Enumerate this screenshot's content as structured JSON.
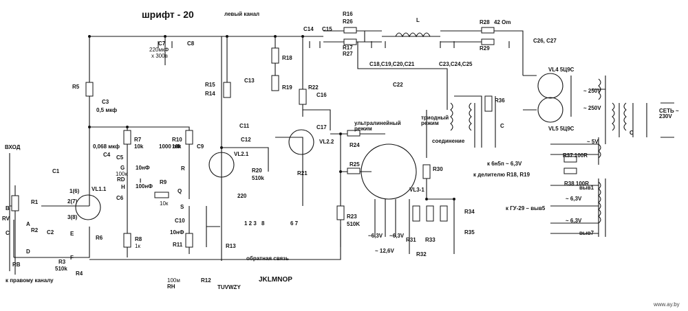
{
  "title": "шрифт - 20",
  "channel": "левый канал",
  "input": "ВХОД",
  "to_right_channel": "к правому каналу",
  "feedback": "обратная связь",
  "ultralinear": "ультралинейный режим",
  "triode": "триодный режим",
  "connection": "соединение",
  "to_heater": "к 6н5п ~ 6,3V",
  "to_divider": "к делителю R18, R19",
  "to_gu29": "к ГУ-29 – выв5",
  "mains": "СЕТЬ ~ 230V",
  "watermark": "www.ay.by",
  "parts": {
    "R1": "R1",
    "R2": "R2",
    "R3": "R3",
    "R3v": "510k",
    "R4": "R4",
    "R5": "R5",
    "R6": "R6",
    "R7": "R7",
    "R7v": "10k",
    "R8": "R8",
    "R8v": "1к",
    "R9": "R9",
    "R9v": "10к",
    "R10": "R10",
    "R10v": "10k",
    "R11": "R11",
    "R12": "R12",
    "R13": "R13",
    "R14": "R14",
    "R15": "R15",
    "R16": "R16",
    "R17": "R17",
    "R18": "R18",
    "R19": "R19",
    "R20": "R20",
    "R20v": "510k",
    "R21": "R21",
    "R22": "R22",
    "R23": "R23",
    "R23v": "510K",
    "R24": "R24",
    "R25": "R25",
    "R26": "R26",
    "R27": "R27",
    "R28": "R28",
    "R28v": "42 Om",
    "R29": "R29",
    "R30": "R30",
    "R31": "R31",
    "R32": "R32",
    "R33": "R33",
    "R34": "R34",
    "R35": "R35",
    "R36": "R36",
    "R37": "R37 100R",
    "R38": "R38 100R",
    "RB": "RB",
    "RH": "RH",
    "RH100": "100м",
    "RV": "RV",
    "RD": "RD",
    "RD100": "100к",
    "C1": "C1",
    "C2": "C2",
    "C3": "C3",
    "C3v": "0,5 мкф",
    "C4": "C4",
    "C4v": "0,068 мкф",
    "C5": "C5",
    "C5v": "10нФ",
    "C6": "C6",
    "C6v": "100нФ",
    "C7": "C7",
    "C7v1": "220мкФ",
    "C7v2": "х 300в",
    "C8": "C8",
    "C9": "C9",
    "C9v": "1000 пФ",
    "C10": "C10",
    "C10v": "10нФ",
    "C11": "C11",
    "C12": "C12",
    "C13": "C13",
    "C14": "C14",
    "C15": "C15",
    "C16": "C16",
    "C17": "C17",
    "C22": "C22",
    "C26": "C26, C27",
    "C18": "C18,C19,C20,C21",
    "C23": "C23,C24,C25",
    "C": "C",
    "L": "L",
    "VL11": "VL1.1",
    "VL21": "VL2.1",
    "VL22": "VL2.2",
    "VL31": "VL3-1",
    "VL4": "VL4  5Ц9С",
    "VL5": "VL5  5Ц9С",
    "p16": "1(6)",
    "p27": "2(7)",
    "p38": "3(8)",
    "v250a": "~ 250V",
    "v250b": "~ 250V",
    "v5": "~ 5V",
    "v63a": "~6,3V",
    "v63b": "~6,3V",
    "v126": "~ 12,6V",
    "v63c": "~ 6,3V",
    "v63d": "~ 6,3V",
    "out1": "выв1",
    "out7": "выв7",
    "out220": "220",
    "letters1": "JKLMNOP",
    "letters2": "TUVWZY",
    "nums1": "1 2 3",
    "nums2": "8",
    "nums3": "6 7",
    "A": "A",
    "B": "B",
    "C_": "C",
    "D": "D",
    "E": "E",
    "F": "F",
    "G": "G",
    "H": "H",
    "I": "I",
    "Q": "Q",
    "R": "R",
    "S": "S"
  }
}
